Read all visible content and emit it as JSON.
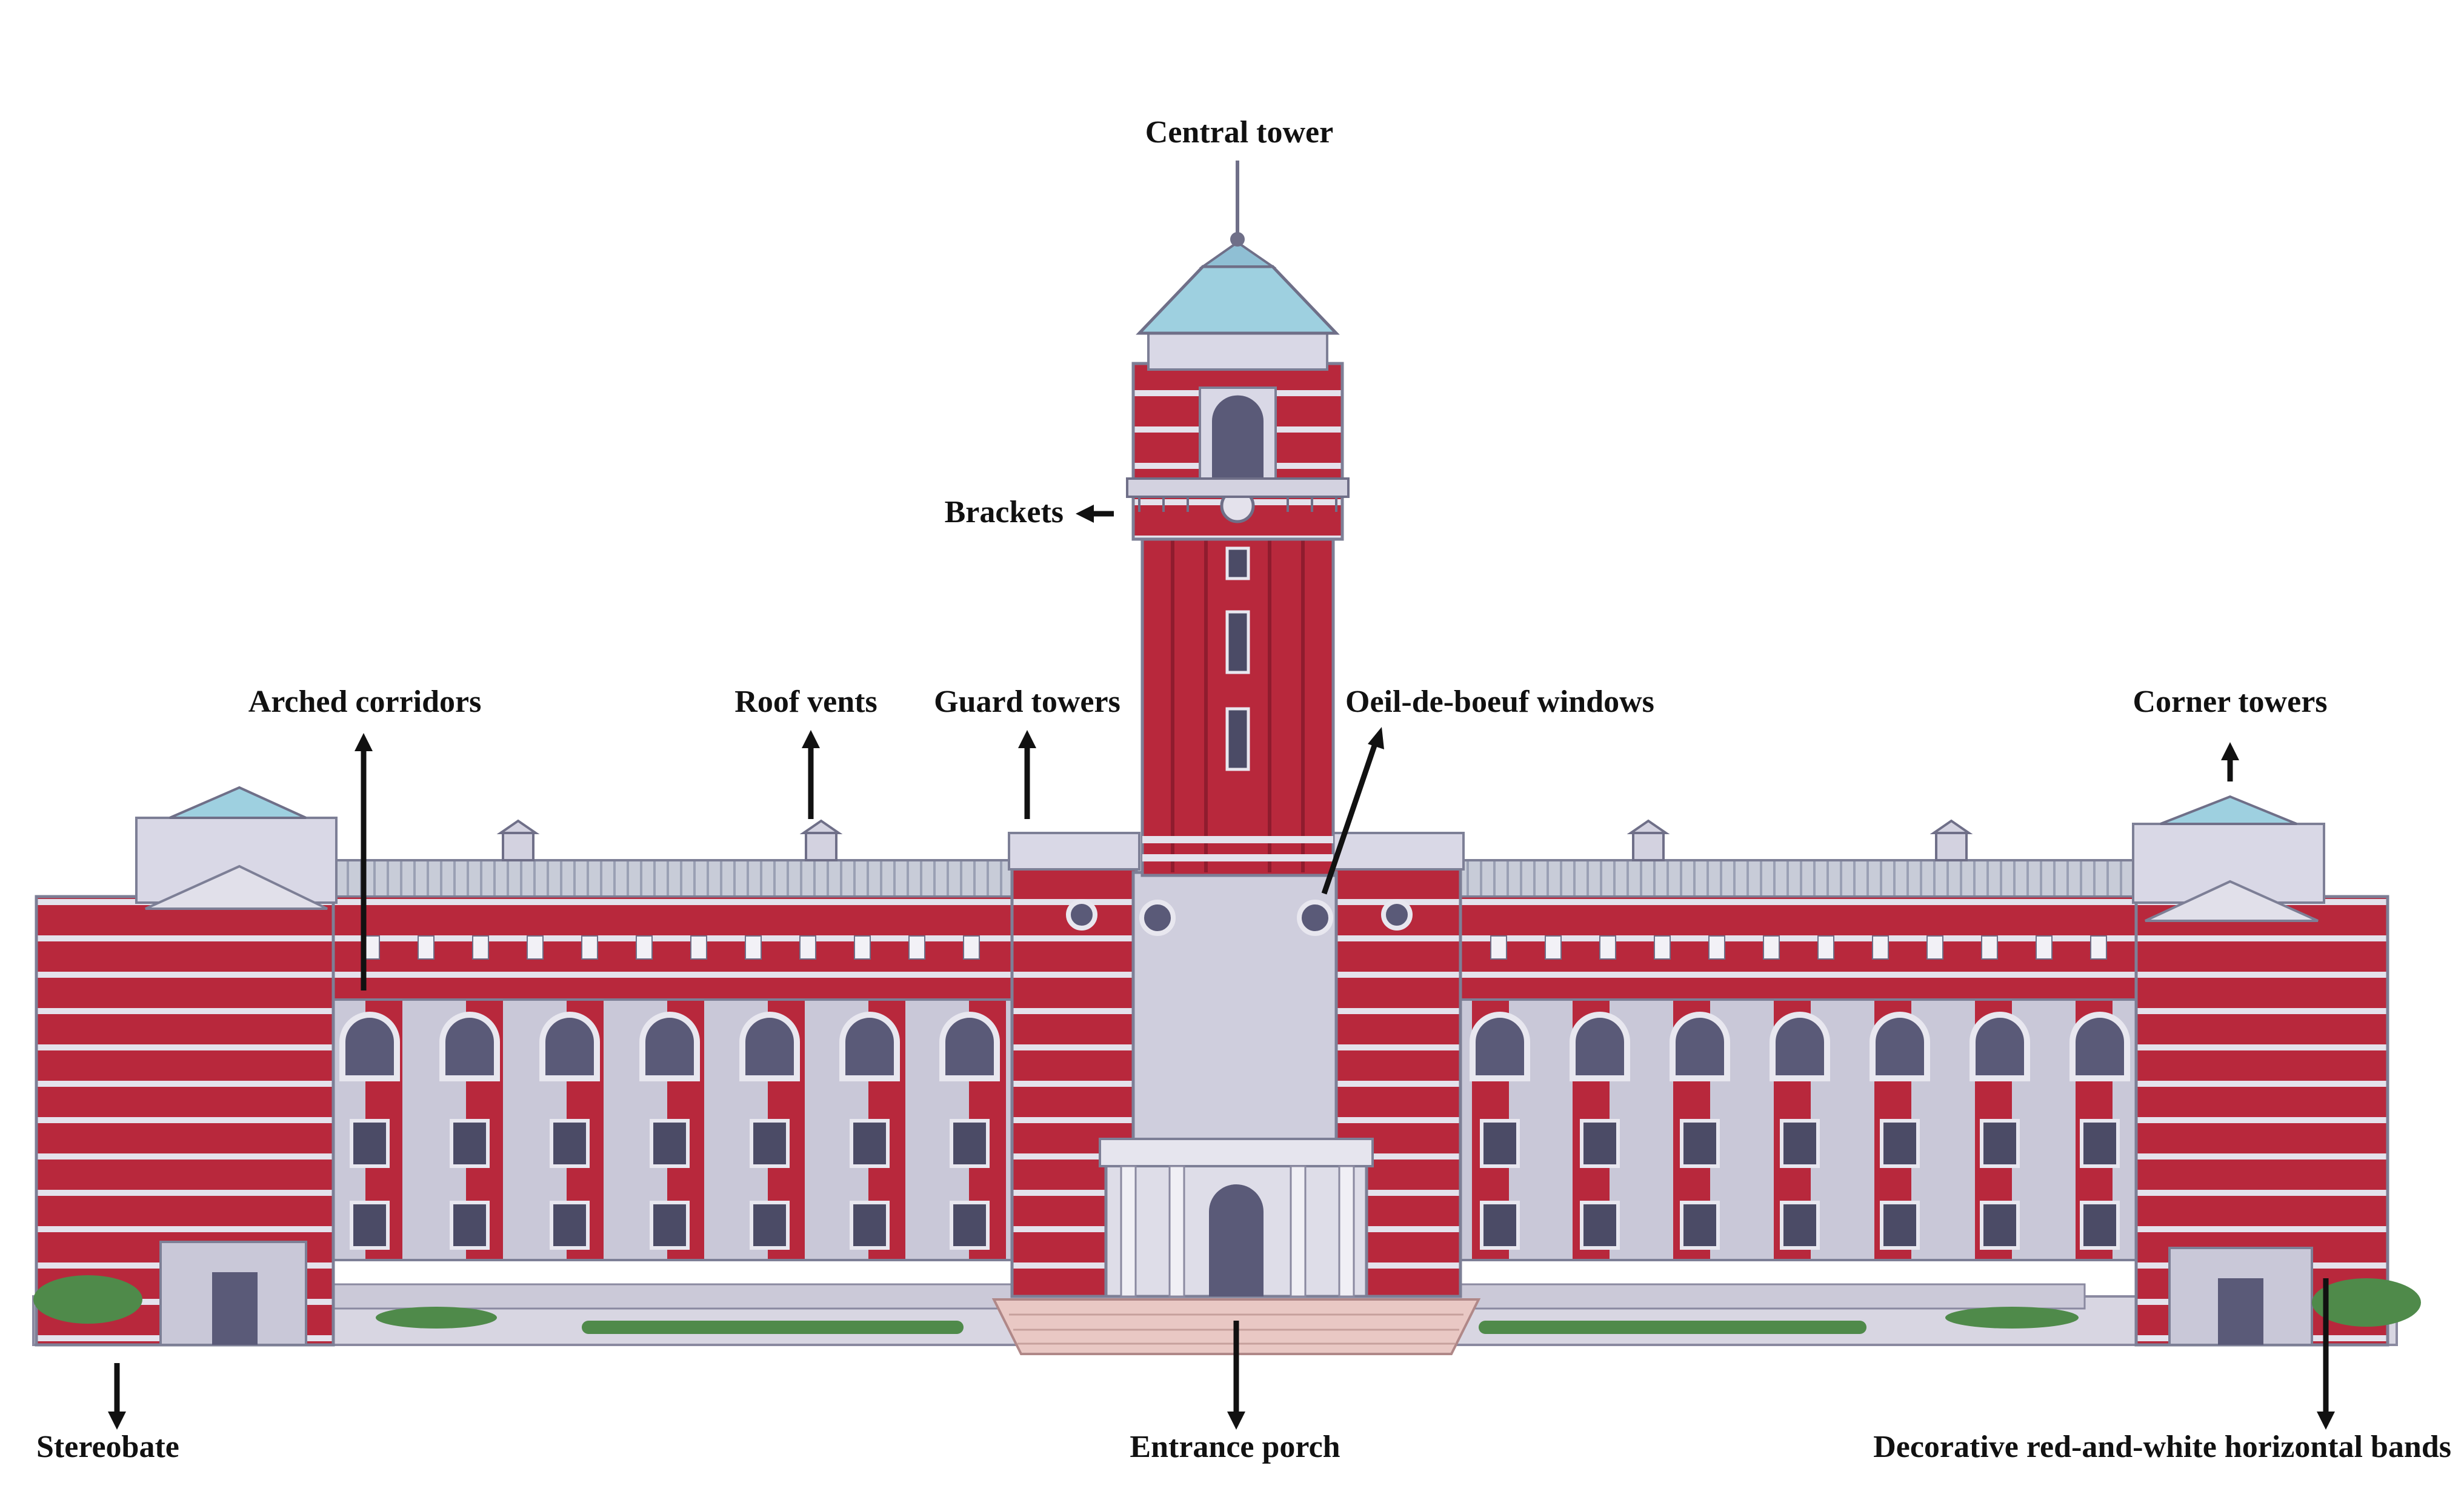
{
  "labels": {
    "central_tower": "Central tower",
    "brackets": "Brackets",
    "arched_corridors": "Arched corridors",
    "roof_vents": "Roof vents",
    "guard_towers": "Guard towers",
    "oeil_de_boeuf_windows": "Oeil-de-boeuf windows",
    "corner_towers": "Corner towers",
    "stereobate": "Stereobate",
    "entrance_porch": "Entrance porch",
    "decorative_bands": "Decorative red-and-white horizontal bands"
  },
  "colors": {
    "brick_red": "#b8283c",
    "stone_white": "#e4e2ec",
    "stone_gray": "#a9a8bc",
    "window_dark": "#4b4b66",
    "roof_blue": "#9ed0e0",
    "roof_gray": "#c8ccd8",
    "shrub_green": "#4f8a4a",
    "label_black": "#111111"
  }
}
